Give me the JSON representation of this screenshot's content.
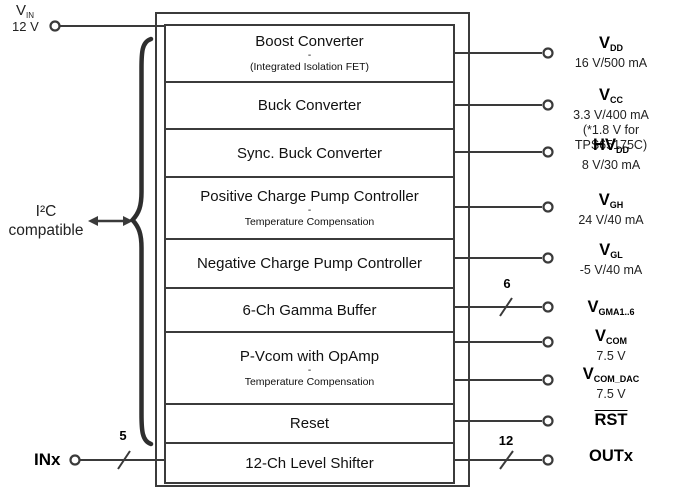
{
  "left": {
    "vin": {
      "name": "V",
      "sub": "IN",
      "value": "12 V"
    },
    "i2c": {
      "line1": "I²C",
      "line2": "compatible"
    },
    "inx": {
      "label": "INx",
      "bus": "5"
    }
  },
  "blocks": [
    {
      "title": "Boost Converter",
      "divider": "-",
      "subtitle": "(Integrated Isolation FET)"
    },
    {
      "title": "Buck Converter"
    },
    {
      "title": "Sync. Buck Converter"
    },
    {
      "title": "Positive Charge Pump Controller",
      "divider": "-",
      "subtitle": "Temperature Compensation"
    },
    {
      "title": "Negative Charge Pump Controller"
    },
    {
      "title": "6-Ch Gamma Buffer"
    },
    {
      "title": "P-Vcom with OpAmp",
      "divider": "-",
      "subtitle": "Temperature Compensation"
    },
    {
      "title": "Reset"
    },
    {
      "title": "12-Ch Level Shifter"
    }
  ],
  "outputs": [
    {
      "name": "V",
      "sub": "DD",
      "detail1": "16 V/500 mA"
    },
    {
      "name": "V",
      "sub": "CC",
      "detail1": "3.3 V/400 mA",
      "detail2": "(*1.8 V for TPS65175C)"
    },
    {
      "name": "HV",
      "sub": "DD",
      "detail1": "8 V/30 mA"
    },
    {
      "name": "V",
      "sub": "GH",
      "detail1": "24 V/40 mA"
    },
    {
      "name": "V",
      "sub": "GL",
      "detail1": "-5 V/40 mA"
    },
    {
      "name": "V",
      "sub": "GMA1..6",
      "bus": "6"
    },
    {
      "name": "V",
      "sub": "COM",
      "detail1": "7.5 V"
    },
    {
      "name": "V",
      "sub": "COM_DAC",
      "detail1": "7.5 V"
    },
    {
      "name": "RST"
    },
    {
      "name": "OUTx",
      "bus": "12"
    }
  ],
  "colors": {
    "line": "#3a3a3a",
    "text": "#1a1a1a",
    "background": "#ffffff"
  }
}
